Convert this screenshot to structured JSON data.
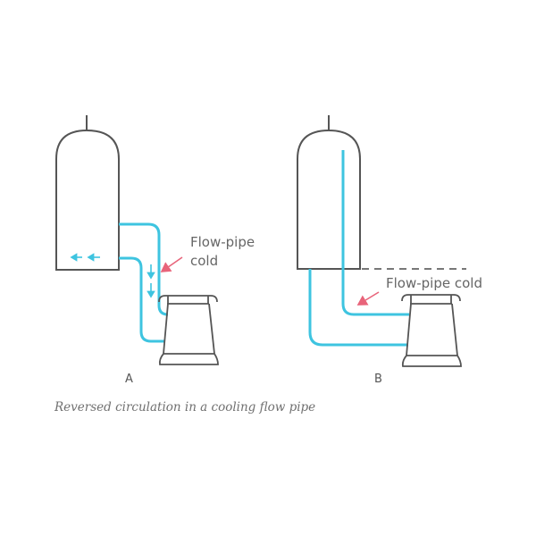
{
  "figure": {
    "caption": "Reversed circulation in a cooling flow pipe",
    "colors": {
      "outline": "#555555",
      "pipe": "#3ec4e0",
      "pointer": "#e8647a",
      "dashed_line": "#666666"
    },
    "panels": [
      {
        "id": "A",
        "letter": "A",
        "label_line1": "Flow-pipe",
        "label_line2": "cold",
        "flow_arrows": [
          "left",
          "left",
          "down",
          "down"
        ]
      },
      {
        "id": "B",
        "letter": "B",
        "label": "Flow-pipe cold",
        "dashed_reference_line": true
      }
    ]
  }
}
